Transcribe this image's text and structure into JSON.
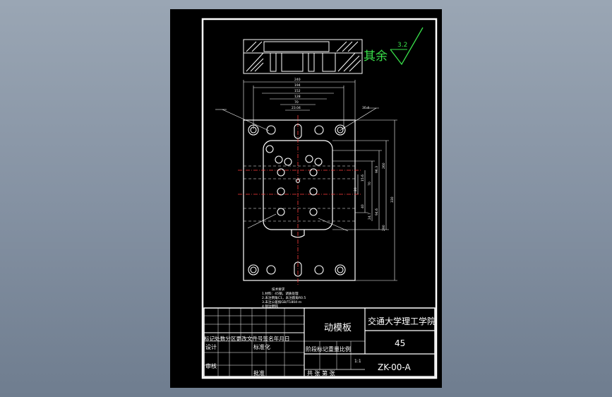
{
  "colors": {
    "desktop_top": "#9aa6b4",
    "desktop_bottom": "#6f7d8f",
    "canvas": "#000000",
    "line": "#ffffff",
    "roughness_mark": "#39e04a",
    "centerline": "#ff3b3b"
  },
  "roughness": {
    "label": "其余",
    "value": "3.2"
  },
  "top_dims": [
    "240",
    "194",
    "152",
    "128",
    "70",
    "23.04",
    "30.4"
  ],
  "side_dims": [
    "330",
    "290",
    "260",
    "94.6",
    "96.3",
    "70",
    "40",
    "15.6",
    "20",
    "24.7"
  ],
  "tech_notes": [
    "技术要求",
    "1.材料：45钢，调质处理",
    "2.未注倒角C1，未注圆角R0.5",
    "3.未注公差按GB/T1804-m",
    "4.锐边倒钝"
  ],
  "title_block": {
    "part_name": "动模板",
    "school": "交通大学理工学院",
    "material": "45",
    "drawing_no": "ZK-00-A",
    "change_row": "标记处数分区更改文件号签名年月日",
    "design_label": "设计",
    "standardize_label": "标准化",
    "stage_row": "阶段标记重量比例",
    "review_label": "审核",
    "approve_label": "批准",
    "scale": "1:1",
    "sheet_row": "共  张 第  张"
  }
}
